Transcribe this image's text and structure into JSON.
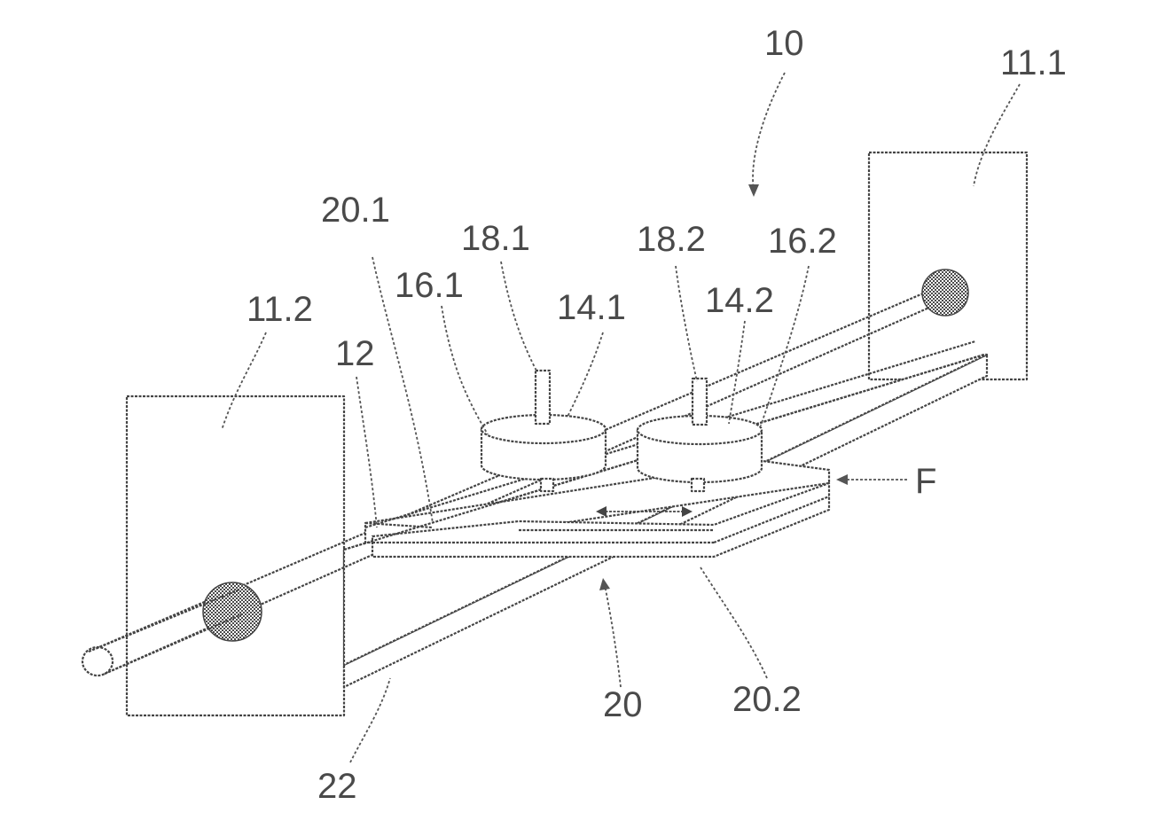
{
  "labels": {
    "l10": "10",
    "l11_1": "11.1",
    "l11_2": "11.2",
    "l12": "12",
    "l14_1": "14.1",
    "l14_2": "14.2",
    "l16_1": "16.1",
    "l16_2": "16.2",
    "l18_1": "18.1",
    "l18_2": "18.2",
    "l20": "20",
    "l20_1": "20.1",
    "l20_2": "20.2",
    "l22": "22",
    "lF": "F"
  },
  "colors": {
    "stroke": "#444444",
    "label": "#4a4a4a",
    "hatch": "#555555"
  }
}
